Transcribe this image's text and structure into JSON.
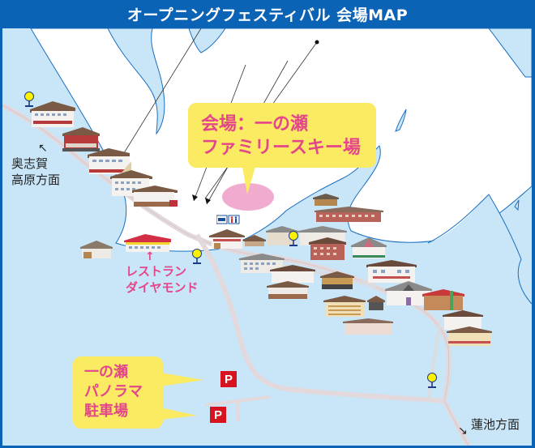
{
  "header": {
    "title": "オープニングフェスティバル 会場MAP"
  },
  "venue_callout": {
    "line1": "会場：一の瀬",
    "line2": "ファミリースキー場"
  },
  "parking_callout": {
    "line1": "一の瀬",
    "line2": "パノラマ",
    "line3": "駐車場"
  },
  "restaurant_label": {
    "arrow": "↑",
    "line1": "レストラン",
    "line2": "ダイヤモンド"
  },
  "direction_labels": {
    "okushiga": {
      "arrow": "↖",
      "line1": "奥志賀",
      "line2": "高原方面"
    },
    "hasuike": {
      "arrow": "↘",
      "text": "蓮池方面"
    }
  },
  "parking_signs": [
    {
      "label": "P"
    },
    {
      "label": "P"
    }
  ],
  "icons": {
    "bus_stop": "bus-stop-icon",
    "toilet": "toilet-icon",
    "parking": "parking-icon"
  },
  "colors": {
    "frame_blue": "#0a63b4",
    "water_light_blue": "#c9e6f8",
    "snow_white": "#ffffff",
    "callout_yellow": "#fbeb63",
    "callout_text_pink": "#e4468b",
    "parking_red": "#d7131f",
    "bus_stop_yellow": "#fff200",
    "road": "#e3d8dc"
  }
}
